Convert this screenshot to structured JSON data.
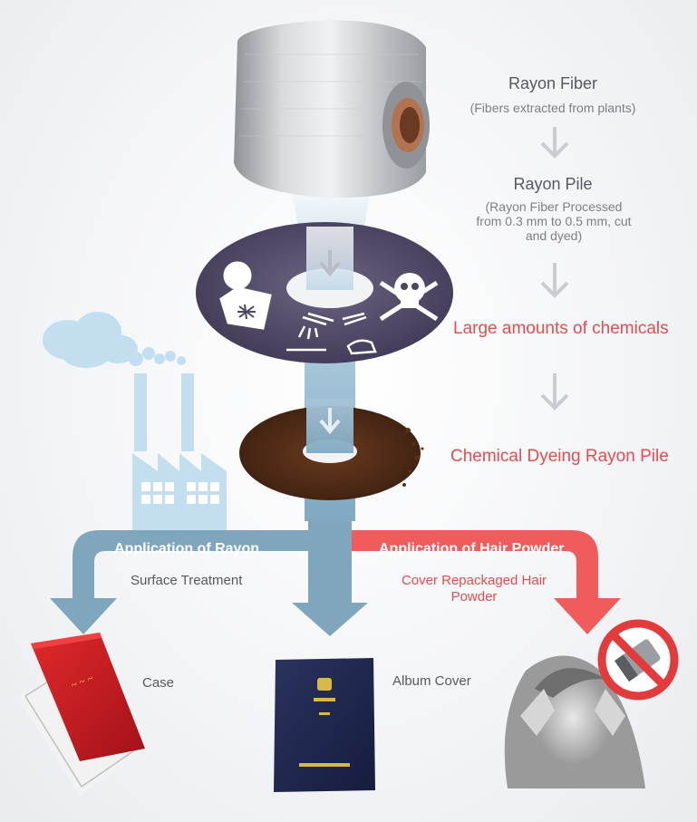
{
  "steps": {
    "rayon_fiber": {
      "title": "Rayon Fiber",
      "sub": "(Fibers extracted from plants)"
    },
    "rayon_pile": {
      "title": "Rayon Pile",
      "sub": "(Rayon Fiber Processed from  0.3 mm to 0.5 mm, cut and dyed)"
    },
    "chemicals": "Large amounts of chemicals",
    "dyeing": "Chemical Dyeing Rayon Pile"
  },
  "branches": {
    "rayon": {
      "label": "Application of Rayon",
      "sub": "Surface Treatment"
    },
    "hair": {
      "label": "Application of Hair Powder",
      "sub": "Cover Repackaged Hair Powder"
    }
  },
  "products": {
    "case": "Case",
    "album": "Album Cover"
  },
  "colors": {
    "blue_arrow": "#7fa6bd",
    "red_arrow": "#f05c5c",
    "red_text": "#e34d50",
    "factory": "#c3dfef",
    "disc": "#4c4663"
  }
}
